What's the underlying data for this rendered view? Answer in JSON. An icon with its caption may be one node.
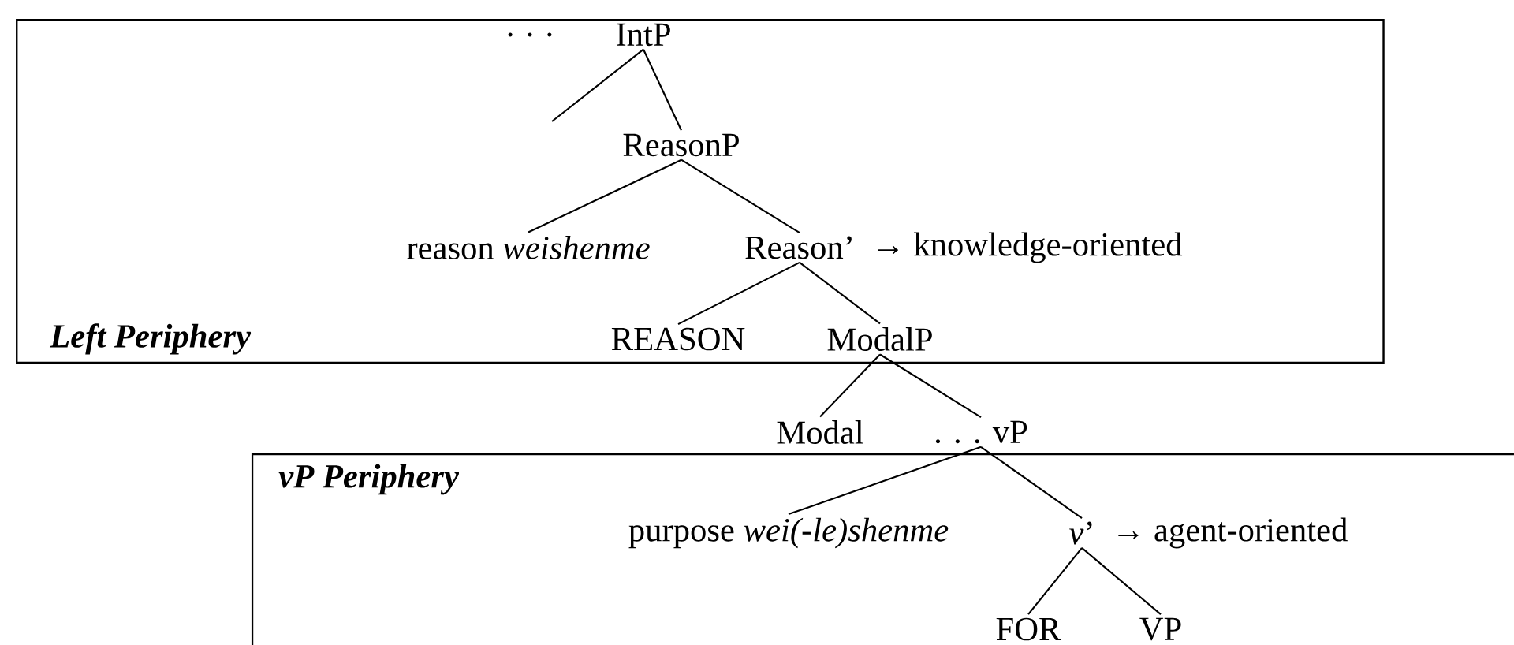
{
  "diagram": {
    "nodes": [
      {
        "text": [
          "Left Periphery"
        ]
      },
      {
        "text": [
          "IntP"
        ],
        "in": 0
      },
      {
        "text": [
          "ReasonP"
        ],
        "in": 0
      },
      {
        "text": [
          "reason *weishenme*"
        ],
        "in": 0
      },
      {
        "text": [
          "Reason’"
        ],
        "in": 0,
        "beside": [
          "→ knowledge-oriented"
        ]
      },
      {
        "text": [
          "REASON"
        ],
        "in": 0
      },
      {
        "text": [
          "ModalP"
        ],
        "in": 0
      },
      {
        "text": [
          "Modal"
        ]
      },
      {
        "text": [
          ". . . vP"
        ]
      },
      {
        "text": [
          "vP Periphery"
        ]
      },
      {
        "text": [
          "purpose *wei(-le)shenme*"
        ],
        "in": 9
      },
      {
        "text": [
          "*v*’"
        ],
        "in": 9,
        "beside": [
          "→ agent-oriented"
        ]
      },
      {
        "text": [
          "FOR"
        ],
        "in": 9
      },
      {
        "text": [
          "VP"
        ],
        "in": 9
      }
    ],
    "edges": [
      {
        "from": 1,
        "to": null,
        "arrow": "none"
      },
      {
        "from": 1,
        "to": 2,
        "arrow": "none"
      },
      {
        "from": 2,
        "to": 3,
        "arrow": "none"
      },
      {
        "from": 2,
        "to": 4,
        "arrow": "none"
      },
      {
        "from": 4,
        "to": 5,
        "arrow": "none"
      },
      {
        "from": 4,
        "to": 6,
        "arrow": "none"
      },
      {
        "from": 6,
        "to": 7,
        "arrow": "none"
      },
      {
        "from": 6,
        "to": 8,
        "arrow": "none"
      },
      {
        "from": 8,
        "to": 10,
        "arrow": "none"
      },
      {
        "from": 8,
        "to": 11,
        "arrow": "none"
      },
      {
        "from": 11,
        "to": 12,
        "arrow": "none"
      },
      {
        "from": 11,
        "to": 13,
        "arrow": "none"
      }
    ],
    "labels": [
      ". . ."
    ]
  }
}
